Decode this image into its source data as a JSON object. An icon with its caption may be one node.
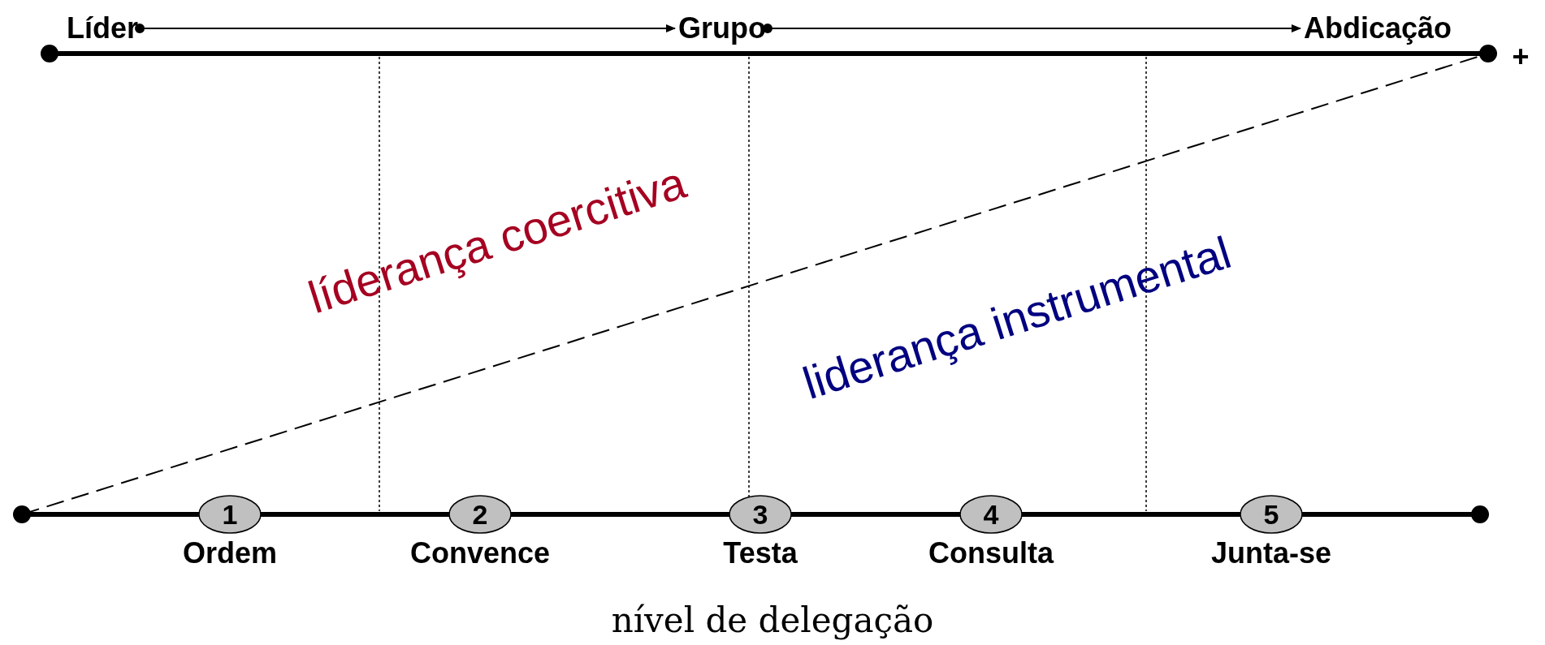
{
  "diagram": {
    "caption": "nível de delegação",
    "nodes": [
      {
        "text": [
          "Líder"
        ]
      },
      {
        "text": [
          "Grupo"
        ]
      },
      {
        "text": [
          "Abdicação"
        ]
      },
      {
        "text": [
          "1"
        ],
        "beside": [
          "Ordem"
        ]
      },
      {
        "text": [
          "2"
        ],
        "beside": [
          "Convence"
        ]
      },
      {
        "text": [
          "3"
        ],
        "beside": [
          "Testa"
        ]
      },
      {
        "text": [
          "4"
        ],
        "beside": [
          "Consulta"
        ]
      },
      {
        "text": [
          "5"
        ],
        "beside": [
          "Junta-se"
        ]
      }
    ],
    "edges": [
      {
        "from": 0,
        "to": 1,
        "arrow": "to"
      },
      {
        "from": 1,
        "to": 2,
        "arrow": "to"
      }
    ],
    "labels": [
      "+",
      "líderança coercitiva",
      "liderança instrumental"
    ]
  }
}
